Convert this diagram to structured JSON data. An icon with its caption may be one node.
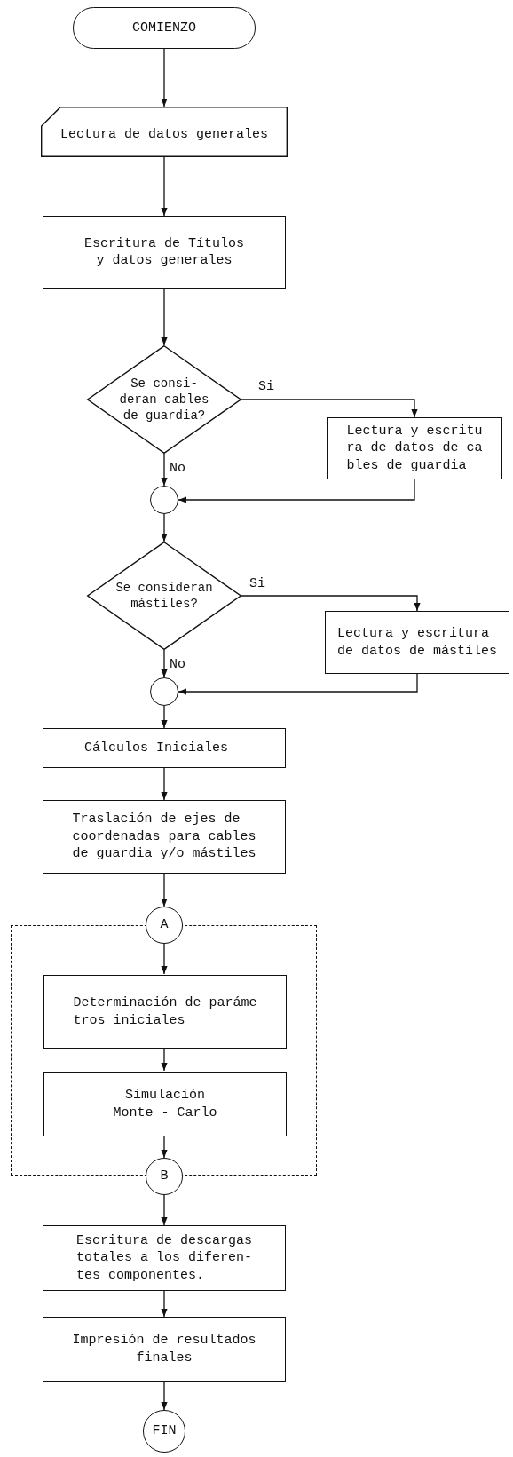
{
  "diagram": {
    "nodes": [
      {
        "text": [
          "COMIENZO"
        ]
      },
      {
        "text": [
          "Lectura de datos generales"
        ]
      },
      {
        "text": [
          "Escritura de Títulos y datos generales"
        ]
      },
      {
        "text": [
          "Se consi- deran cables de guardia?"
        ]
      },
      {
        "text": [
          "Lectura y escritu ra de datos de ca bles de guardia"
        ]
      },
      {
        "text": [],
        "shape": "circle"
      },
      {
        "text": [
          "Se consideran mástiles?"
        ]
      },
      {
        "text": [
          "Lectura y escritura de datos de mástiles"
        ]
      },
      {
        "text": [],
        "shape": "circle"
      },
      {
        "text": [
          "Cálculos Iniciales"
        ]
      },
      {
        "text": [
          "Traslación de ejes de coordenadas para cables de guardia y/o mástiles"
        ]
      },
      {
        "text": [
          "A"
        ]
      },
      {
        "text": [],
        "shape": "box"
      },
      {
        "text": [
          "Determinación de paráme tros iniciales"
        ],
        "in": 12
      },
      {
        "text": [
          "Simulación Monte - Carlo"
        ],
        "in": 12
      },
      {
        "text": [
          "B"
        ]
      },
      {
        "text": [
          "Escritura de descargas totales a los diferen- tes componentes."
        ]
      },
      {
        "text": [
          "Impresión de resultados finales"
        ]
      },
      {
        "text": [
          "FIN"
        ]
      }
    ],
    "edges": [
      {
        "from": 0,
        "to": 1,
        "arrow": "to"
      },
      {
        "from": 1,
        "to": 2,
        "arrow": "to"
      },
      {
        "from": 2,
        "to": 3,
        "arrow": "to"
      },
      {
        "from": 3,
        "to": 4,
        "arrow": "to",
        "label": "Si"
      },
      {
        "from": 3,
        "to": 5,
        "arrow": "to",
        "label": "No"
      },
      {
        "from": 4,
        "to": 5,
        "arrow": "to"
      },
      {
        "from": 5,
        "to": 6,
        "arrow": "to"
      },
      {
        "from": 6,
        "to": 7,
        "arrow": "to",
        "label": "Si"
      },
      {
        "from": 6,
        "to": 8,
        "arrow": "to",
        "label": "No"
      },
      {
        "from": 7,
        "to": 8,
        "arrow": "to"
      },
      {
        "from": 8,
        "to": 9,
        "arrow": "to"
      },
      {
        "from": 9,
        "to": 10,
        "arrow": "to"
      },
      {
        "from": 10,
        "to": 11,
        "arrow": "to"
      },
      {
        "from": 11,
        "to": 13,
        "arrow": "to"
      },
      {
        "from": 13,
        "to": 14,
        "arrow": "to"
      },
      {
        "from": 14,
        "to": 15,
        "arrow": "to"
      },
      {
        "from": 15,
        "to": 16,
        "arrow": "to"
      },
      {
        "from": 16,
        "to": 17,
        "arrow": "to"
      },
      {
        "from": 17,
        "to": 18,
        "arrow": "to"
      }
    ]
  }
}
